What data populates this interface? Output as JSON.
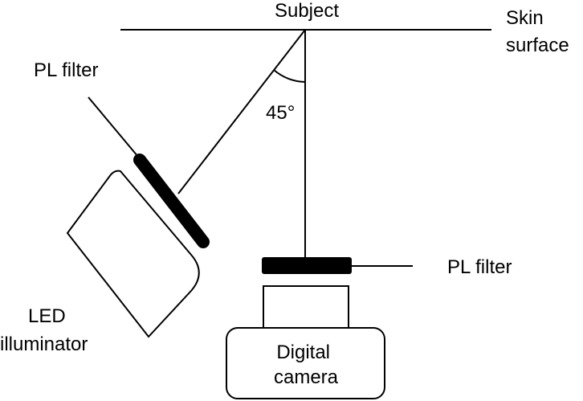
{
  "labels": {
    "subject": "Subject",
    "skin_surface_line1": "Skin",
    "skin_surface_line2": "surface",
    "pl_filter_illuminator": "PL filter",
    "angle": "45°",
    "pl_filter_camera": "PL filter",
    "led_line1": "LED",
    "led_line2": "illuminator",
    "camera_line1": "Digital",
    "camera_line2": "camera"
  },
  "geometry_data": {
    "incidence_angle_deg": 45
  },
  "colors": {
    "stroke": "#000000",
    "filter_fill": "#000000",
    "background": "#ffffff"
  }
}
